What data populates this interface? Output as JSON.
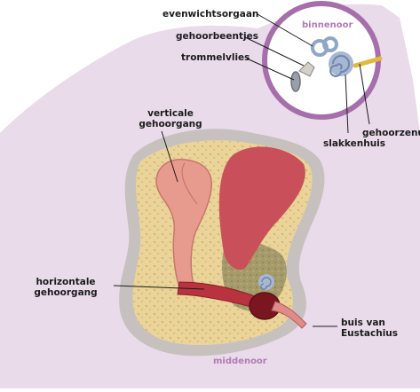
{
  "labels": {
    "evenwichtsorgaan": "evenwichtsorgaan",
    "gehoorbeentjes": "gehoorbeentjes",
    "trommelvlies": "trommelvlies",
    "binnenoor": "binnenoor",
    "gehoorzenuw": "gehoorzenuw",
    "slakkenhuis": "slakkenhuis",
    "verticale_line1": "verticale",
    "verticale_line2": "gehoorgang",
    "horizontale_line1": "horizontale",
    "horizontale_line2": "gehoorgang",
    "buis_line1": "buis van",
    "buis_line2": "Eustachius",
    "middenoor": "middenoor"
  },
  "colors": {
    "background_silhouette": "#e9dbea",
    "inset_ring": "#a66fab",
    "skull_grey": "#c6c1be",
    "bone_yellow": "#ead49a",
    "muscle_red": "#c94f5a",
    "ear_canal_pink": "#e79b8f",
    "middle_ear_olive": "#a59a6a",
    "cochlea_blue": "#8fa6c7"
  }
}
